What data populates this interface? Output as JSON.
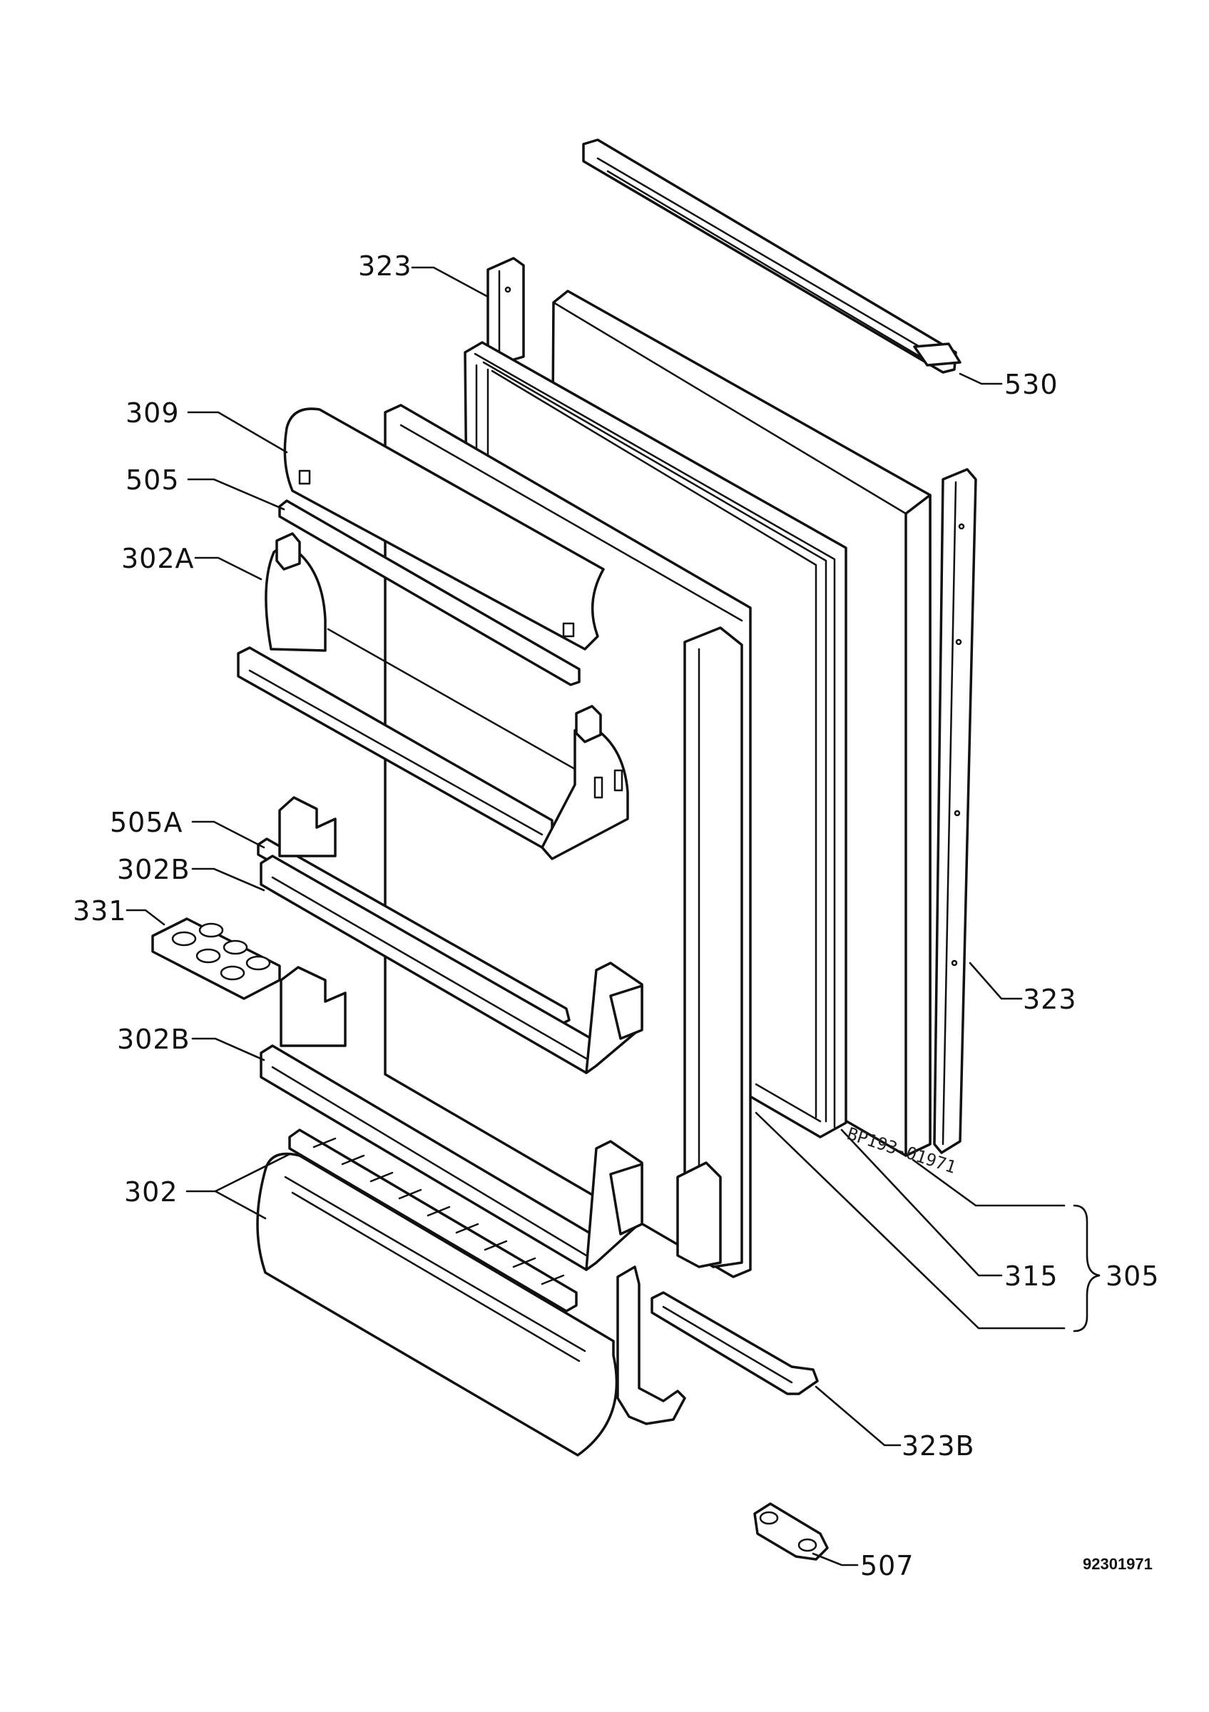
{
  "labels": {
    "l323_top": "323",
    "l309": "309",
    "l505": "505",
    "l302A": "302A",
    "l505A": "505A",
    "l302B_1": "302B",
    "l331": "331",
    "l302B_2": "302B",
    "l302": "302",
    "l530": "530",
    "l323_right": "323",
    "l315": "315",
    "l305": "305",
    "l323B": "323B",
    "l507": "507"
  },
  "stamp": "BP193-01971",
  "drawing_number": "92301971"
}
